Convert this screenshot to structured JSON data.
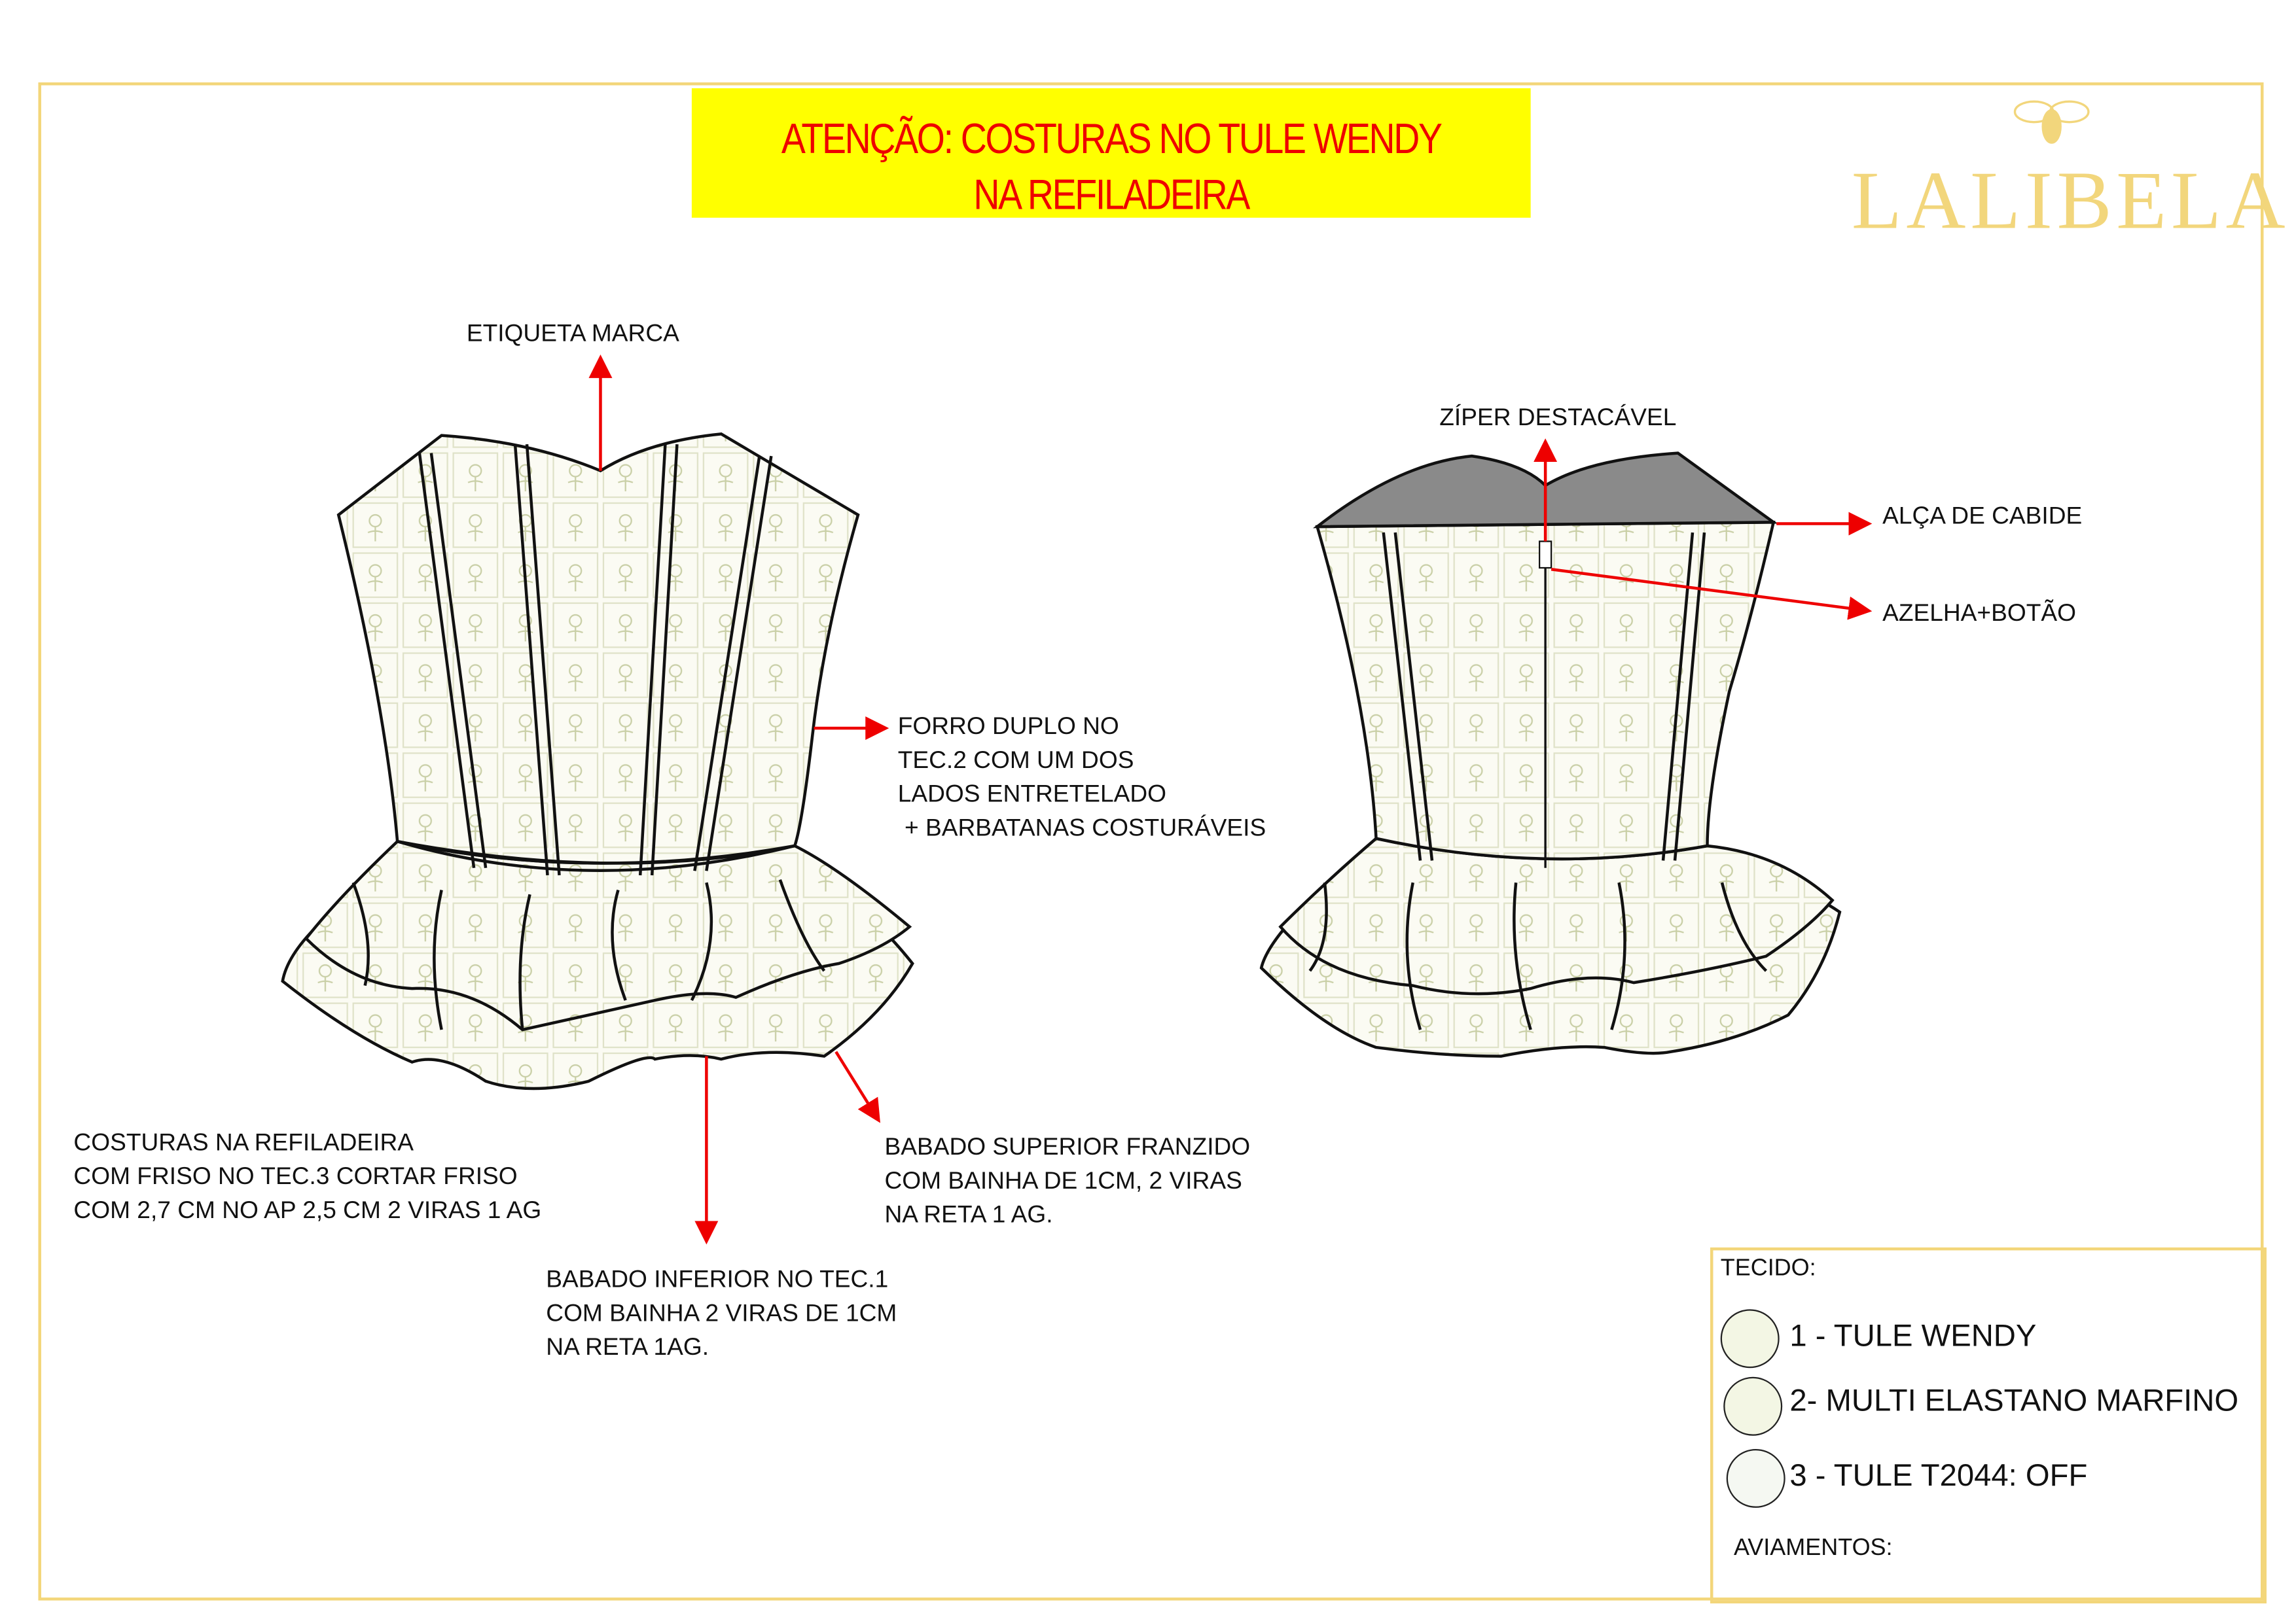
{
  "banner": {
    "line1": "ATENÇÃO: COSTURAS NO TULE  WENDY",
    "line2": "NA REFILADEIRA",
    "bg": "#ffff00",
    "color": "#ee0000"
  },
  "brand": {
    "logo": "LALIBELA",
    "color": "#f2d67c"
  },
  "front": {
    "label_top": "ETIQUETA MARCA",
    "label_right": "FORRO DUPLO NO\nTEC.2 COM UM DOS\nLADOS ENTRETELADO\n + BARBATANAS COSTURÁVEIS",
    "label_left": "COSTURAS NA REFILADEIRA\nCOM FRISO NO TEC.3 CORTAR FRISO\nCOM 2,7 CM NO AP 2,5 CM 2 VIRAS 1 AG",
    "label_bottom": "BABADO INFERIOR NO TEC.1\nCOM BAINHA 2 VIRAS DE 1CM\nNA RETA 1AG.",
    "label_ruffle": "BABADO SUPERIOR FRANZIDO\nCOM BAINHA DE 1CM, 2 VIRAS\nNA RETA 1 AG."
  },
  "back": {
    "label_zip": "ZÍPER DESTACÁVEL",
    "label_strap": "ALÇA DE CABIDE",
    "label_loop": "AZELHA+BOTÃO"
  },
  "legend": {
    "title": "TECIDO:",
    "items": [
      {
        "label": "1 - TULE WENDY",
        "color": "#f3f6e4"
      },
      {
        "label": "2- MULTI ELASTANO MARFINO",
        "color": "#f3f6e4"
      },
      {
        "label": "3 - TULE T2044: OFF",
        "color": "#f5f8f2"
      }
    ],
    "trims": "AVIAMENTOS:"
  }
}
